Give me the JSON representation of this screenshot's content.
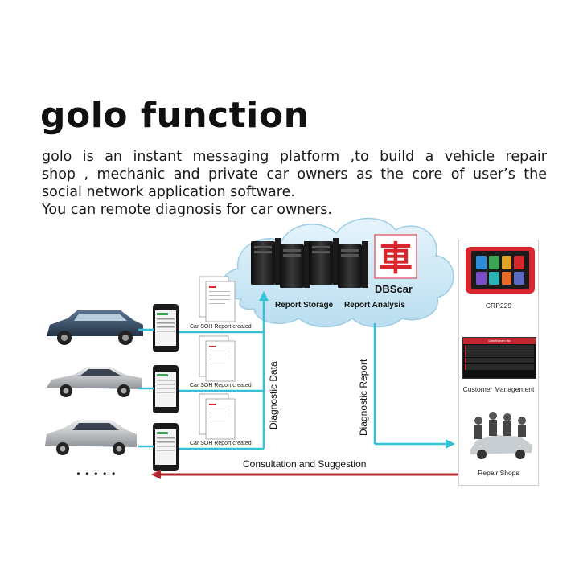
{
  "header": {
    "title": "golo function",
    "desc_lines": [
      "golo is an instant messaging platform ,to build a vehicle repair",
      "shop , mechanic and private car owners as the core of user’s the",
      "social network application software.",
      "You can remote diagnosis for car owners."
    ]
  },
  "cloud": {
    "brand_glyph": "車",
    "brand_name": "DBScar",
    "storage_label": "Report Storage",
    "analysis_label": "Report Analysis"
  },
  "flows": {
    "diagnostic_data": "Diagnostic Data",
    "diagnostic_report": "Diagnostic Report",
    "consultation": "Consultation and Suggestion",
    "soh_label": "Car SOH Report created",
    "ellipsis": "• • • • •"
  },
  "panel": {
    "crp_label": "CRP229",
    "cm_label": "Customer Management",
    "cm_screen_title": "DataStream list",
    "shops_label": "Repair Shops"
  },
  "colors": {
    "cyan_flow": "#35c2d6",
    "red_flow": "#b3262c",
    "brand_red": "#d8262d",
    "cloud_fill": "#cfe9f5"
  }
}
